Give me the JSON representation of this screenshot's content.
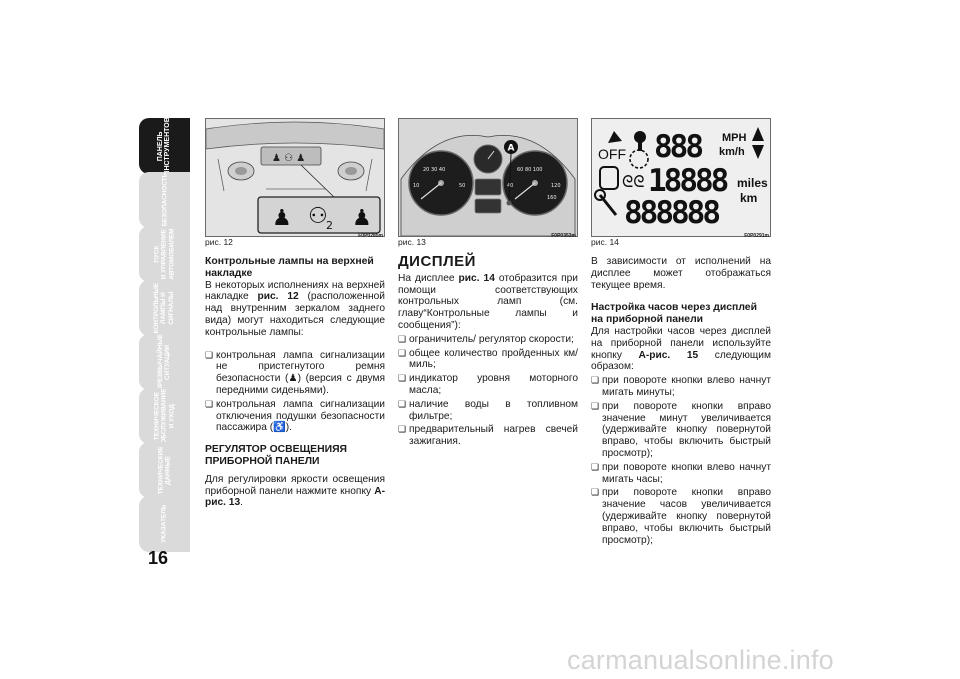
{
  "side_tabs": [
    {
      "label": "ПАНЕЛЬ\nИНСТРУМЕНТОВ",
      "active": true
    },
    {
      "label": "БЕЗОПАСНОСТЬ",
      "active": false
    },
    {
      "label": "ПУСК\nИ УПРАВЛЕНИЕ\nАВТОМОБИЛЕМ",
      "active": false
    },
    {
      "label": "КОНТРОЛЬНЫЕ\nЛАМПЫ И\nСИГНАЛЫ",
      "active": false
    },
    {
      "label": "ЧРЕЗВЫЧАЙНЫЕ\nСИТУАЦИИ",
      "active": false
    },
    {
      "label": "ТЕХНИЧЕСКОЕ\nОБСЛУЖИВАНИЕ\nИ УХОД",
      "active": false
    },
    {
      "label": "ТЕХНИЧЕСКИЕ\nДАННЫЕ",
      "active": false
    },
    {
      "label": "УКАЗАТЕЛЬ",
      "active": false
    }
  ],
  "page_number": "16",
  "figures": [
    {
      "caption": "рис. 12",
      "code": "F0P0285m"
    },
    {
      "caption": "рис. 13",
      "code": "F0P0353m"
    },
    {
      "caption": "рис. 14",
      "code": "F0P0291m"
    }
  ],
  "fig13": {
    "marker": "A"
  },
  "fig14": {
    "off": "OFF",
    "digits_top": "888",
    "unit_mph": "MPH",
    "unit_kmh": "km/h",
    "digits_mid": "18888",
    "unit_miles": "miles",
    "unit_km": "km",
    "digits_bot": "888888"
  },
  "col1": {
    "h1": "Контрольные лампы на верхней накладке",
    "p1a": "В некоторых исполнениях на верхней накладке ",
    "p1b": "рис. 12",
    "p1c": " (расположенной над внутренним зеркалом заднего вида) могут находиться следующие контрольные лампы:",
    "li1": "контрольная лампа сигнализации не пристегнутого ремня безопасности (♟) (версия с двумя передними сиденьями).",
    "li2": "контрольная лампа сигнализации отключения подушки безопасности пассажира (♿).",
    "h2": "РЕГУЛЯТОР ОСВЕЩЕНИЯЯ ПРИБОРНОЙ ПАНЕЛИ",
    "p2a": "Для регулировки яркости освещения приборной панели нажмите кнопку ",
    "p2b": "А-рис. 13",
    "p2c": "."
  },
  "col2": {
    "h": "ДИСПЛЕЙ",
    "pa": "На дисплее ",
    "pb": "рис. 14",
    "pc": " отобразится при помощи соответствующих контрольных ламп (см. главу“Контрольные лампы и сообщения”):",
    "items": [
      "ограничитель/ регулятор скорости;",
      "общее количество пройденных км/миль;",
      "индикатор уровня моторного масла;",
      "наличие воды в топливном фильтре;",
      "предварительный нагрев свечей зажигания."
    ]
  },
  "col3": {
    "p1": "В зависимости от исполнений на дисплее может отображаться текущее время.",
    "h": "Настройка часов через дисплей на приборной панели",
    "pa": "Для настройки часов через дисплей на приборной панели используйте кнопку ",
    "pb": "А-рис. 15",
    "pc": " следующим образом:",
    "items": [
      "при повороте кнопки влево начнут мигать минуты;",
      "при повороте кнопки вправо значение минут увеличивается (удерживайте кнопку повернутой вправо, чтобы включить быстрый просмотр);",
      "при повороте кнопки влево начнут мигать часы;",
      "при повороте кнопки вправо значение часов увеличивается (удерживайте кнопку повернутой вправо, чтобы включить быстрый просмотр);"
    ]
  },
  "watermark": "carmanualsonline.info"
}
